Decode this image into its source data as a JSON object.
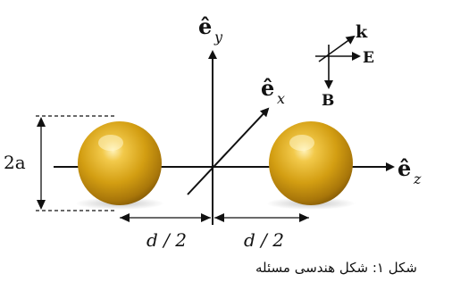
{
  "diagram": {
    "axis_labels": {
      "y": {
        "base": "ê",
        "sub": "y"
      },
      "x": {
        "base": "ê",
        "sub": "x"
      },
      "z": {
        "base": "ê",
        "sub": "z"
      }
    },
    "diameter_label": "2a",
    "spacing_label_left": "d / 2",
    "spacing_label_right": "d / 2",
    "wave_labels": {
      "k": "k",
      "E": "E",
      "B": "B"
    },
    "sphere_color": "#d4a418"
  },
  "caption": "شکل ۱:  شکل هندسی مسئله"
}
